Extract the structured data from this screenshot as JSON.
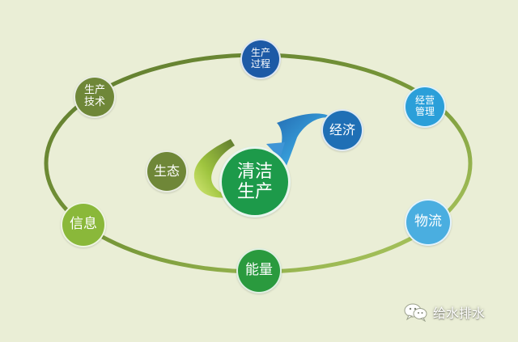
{
  "diagram": {
    "center": {
      "label": "清洁\n生产",
      "color": "#1d9a4a"
    },
    "nodes": {
      "production_process": {
        "label": "生产\n过程",
        "color": "#1d5aa6"
      },
      "production_technology": {
        "label": "生产\n技术",
        "color": "#6f8738"
      },
      "business_management": {
        "label": "经营\n管理",
        "color": "#2b9fd9"
      },
      "economy": {
        "label": "经济",
        "color": "#1f6fb5"
      },
      "ecology": {
        "label": "生态",
        "color": "#6f8738"
      },
      "information": {
        "label": "信息",
        "color": "#8ab83a"
      },
      "logistics": {
        "label": "物流",
        "color": "#4aaee0"
      },
      "energy": {
        "label": "能量",
        "color": "#2a9a3e"
      }
    }
  },
  "watermark": {
    "text": "给水排水",
    "icon": "wechat-icon"
  }
}
